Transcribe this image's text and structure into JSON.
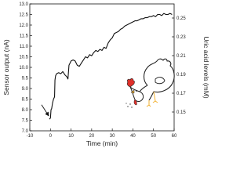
{
  "chart_data": {
    "type": "line",
    "xlabel": "Time (min)",
    "ylabel": "Sensor output (nA)",
    "y2label": "Uric acid levels (mM)",
    "xlim": [
      -10,
      60
    ],
    "ylim": [
      7.0,
      13.0
    ],
    "y2lim": [
      0.13,
      0.265
    ],
    "x_ticks": [
      "-10",
      "0",
      "10",
      "20",
      "30",
      "40",
      "50",
      "60"
    ],
    "y_ticks": [
      "7.0",
      "7.5",
      "8.0",
      "8.5",
      "9.0",
      "9.5",
      "10.0",
      "10.5",
      "11.0",
      "11.5",
      "12.0",
      "12.5",
      "13.0"
    ],
    "y2_ticks": [
      "0.15",
      "0.17",
      "0.19",
      "0.21",
      "0.23",
      "0.25"
    ],
    "grid": false,
    "legend": "none",
    "colors": {
      "line": "#111111",
      "axes": "#111111",
      "chicken_comb": "#e0302a"
    },
    "annotations": [
      {
        "type": "arrow",
        "target_x": -0.5,
        "target_y": 7.6,
        "meaning": "injection point"
      },
      {
        "type": "illustration",
        "icon": "chicken-pecking-icon"
      }
    ],
    "series": [
      {
        "x": [
          -0.5,
          0,
          0.3,
          0.6,
          1,
          1.5,
          2,
          2.2,
          2.5,
          3,
          4,
          5,
          6,
          7,
          8,
          8.5,
          9,
          9.5,
          10,
          11,
          12,
          13,
          14,
          15,
          16,
          17,
          18,
          19,
          20,
          21,
          22,
          23,
          24,
          25,
          26,
          27,
          28,
          29,
          30,
          31,
          32,
          33,
          34,
          35,
          36,
          37,
          38,
          39,
          40,
          41,
          42,
          43,
          44,
          45,
          46,
          47,
          48,
          49,
          50,
          51,
          52,
          53,
          54,
          55,
          56,
          57,
          58,
          59
        ],
        "values": [
          7.55,
          7.6,
          8.0,
          8.05,
          8.3,
          8.5,
          8.6,
          9.4,
          9.6,
          9.7,
          9.75,
          9.7,
          9.8,
          9.65,
          9.55,
          9.45,
          10.1,
          10.2,
          10.3,
          10.35,
          10.3,
          10.1,
          10.05,
          10.2,
          10.35,
          10.5,
          10.45,
          10.6,
          10.55,
          10.7,
          10.8,
          10.75,
          10.85,
          10.8,
          10.95,
          10.9,
          11.15,
          11.3,
          11.4,
          11.6,
          11.65,
          11.7,
          11.8,
          11.85,
          11.95,
          12.0,
          12.05,
          12.1,
          12.15,
          12.2,
          12.2,
          12.25,
          12.3,
          12.3,
          12.35,
          12.35,
          12.4,
          12.4,
          12.45,
          12.4,
          12.5,
          12.5,
          12.45,
          12.55,
          12.5,
          12.5,
          12.55,
          12.5
        ]
      }
    ]
  }
}
